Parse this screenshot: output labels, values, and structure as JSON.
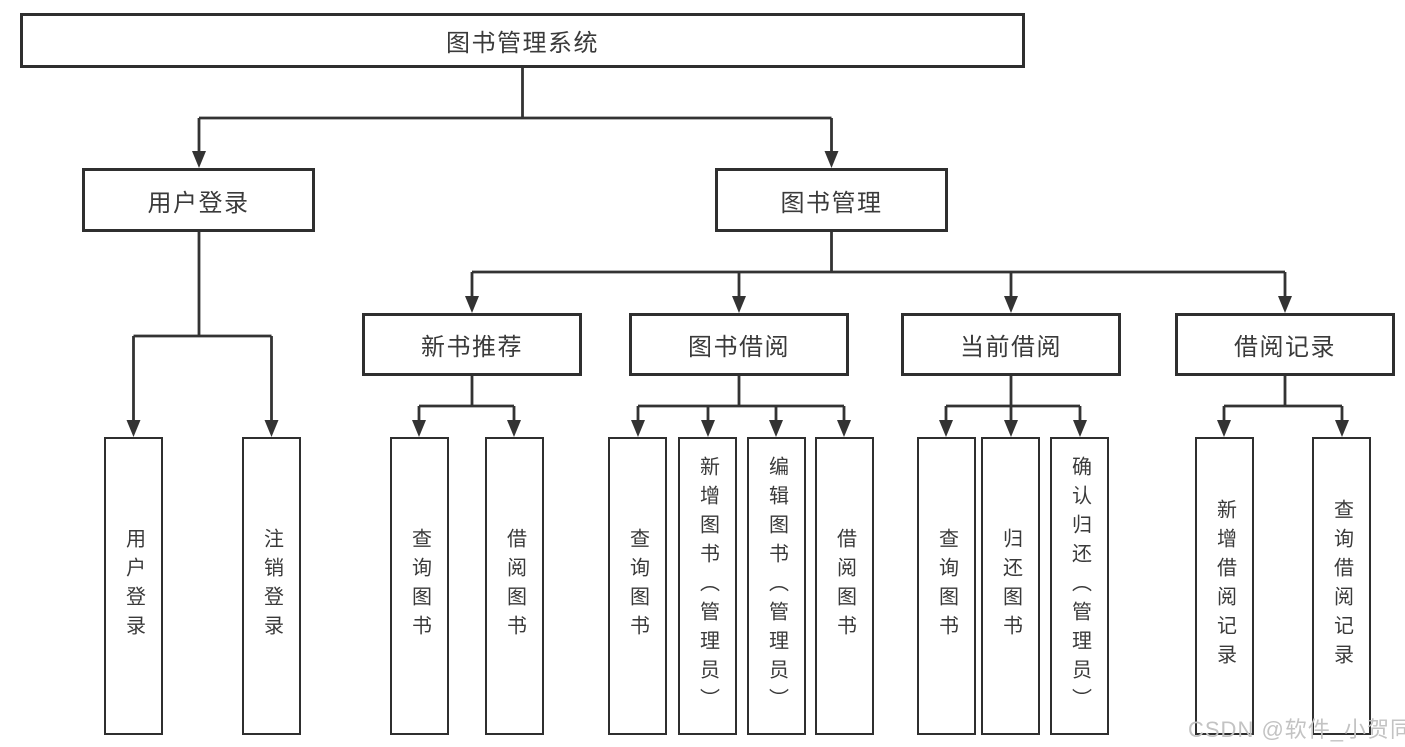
{
  "diagram": {
    "root": {
      "label": "图书管理系统"
    },
    "level2": [
      {
        "label": "用户登录"
      },
      {
        "label": "图书管理"
      }
    ],
    "level3": [
      {
        "label": "新书推荐"
      },
      {
        "label": "图书借阅"
      },
      {
        "label": "当前借阅"
      },
      {
        "label": "借阅记录"
      }
    ],
    "leaves": [
      {
        "label": "用户登录"
      },
      {
        "label": "注销登录"
      },
      {
        "label": "查询图书"
      },
      {
        "label": "借阅图书"
      },
      {
        "label": "查询图书"
      },
      {
        "label": "新增图书（管理员）"
      },
      {
        "label": "编辑图书（管理员）"
      },
      {
        "label": "借阅图书"
      },
      {
        "label": "查询图书"
      },
      {
        "label": "归还图书"
      },
      {
        "label": "确认归还（管理员）"
      },
      {
        "label": "新增借阅记录"
      },
      {
        "label": "查询借阅记录"
      }
    ]
  },
  "watermark": {
    "text": "CSDN @软件_小贺同学"
  },
  "colors": {
    "line": "#333333",
    "box_border": "#2f2f2f",
    "box_background": "#ffffff",
    "text": "#3a3a3a",
    "watermark_text": "#c3c3c3"
  }
}
